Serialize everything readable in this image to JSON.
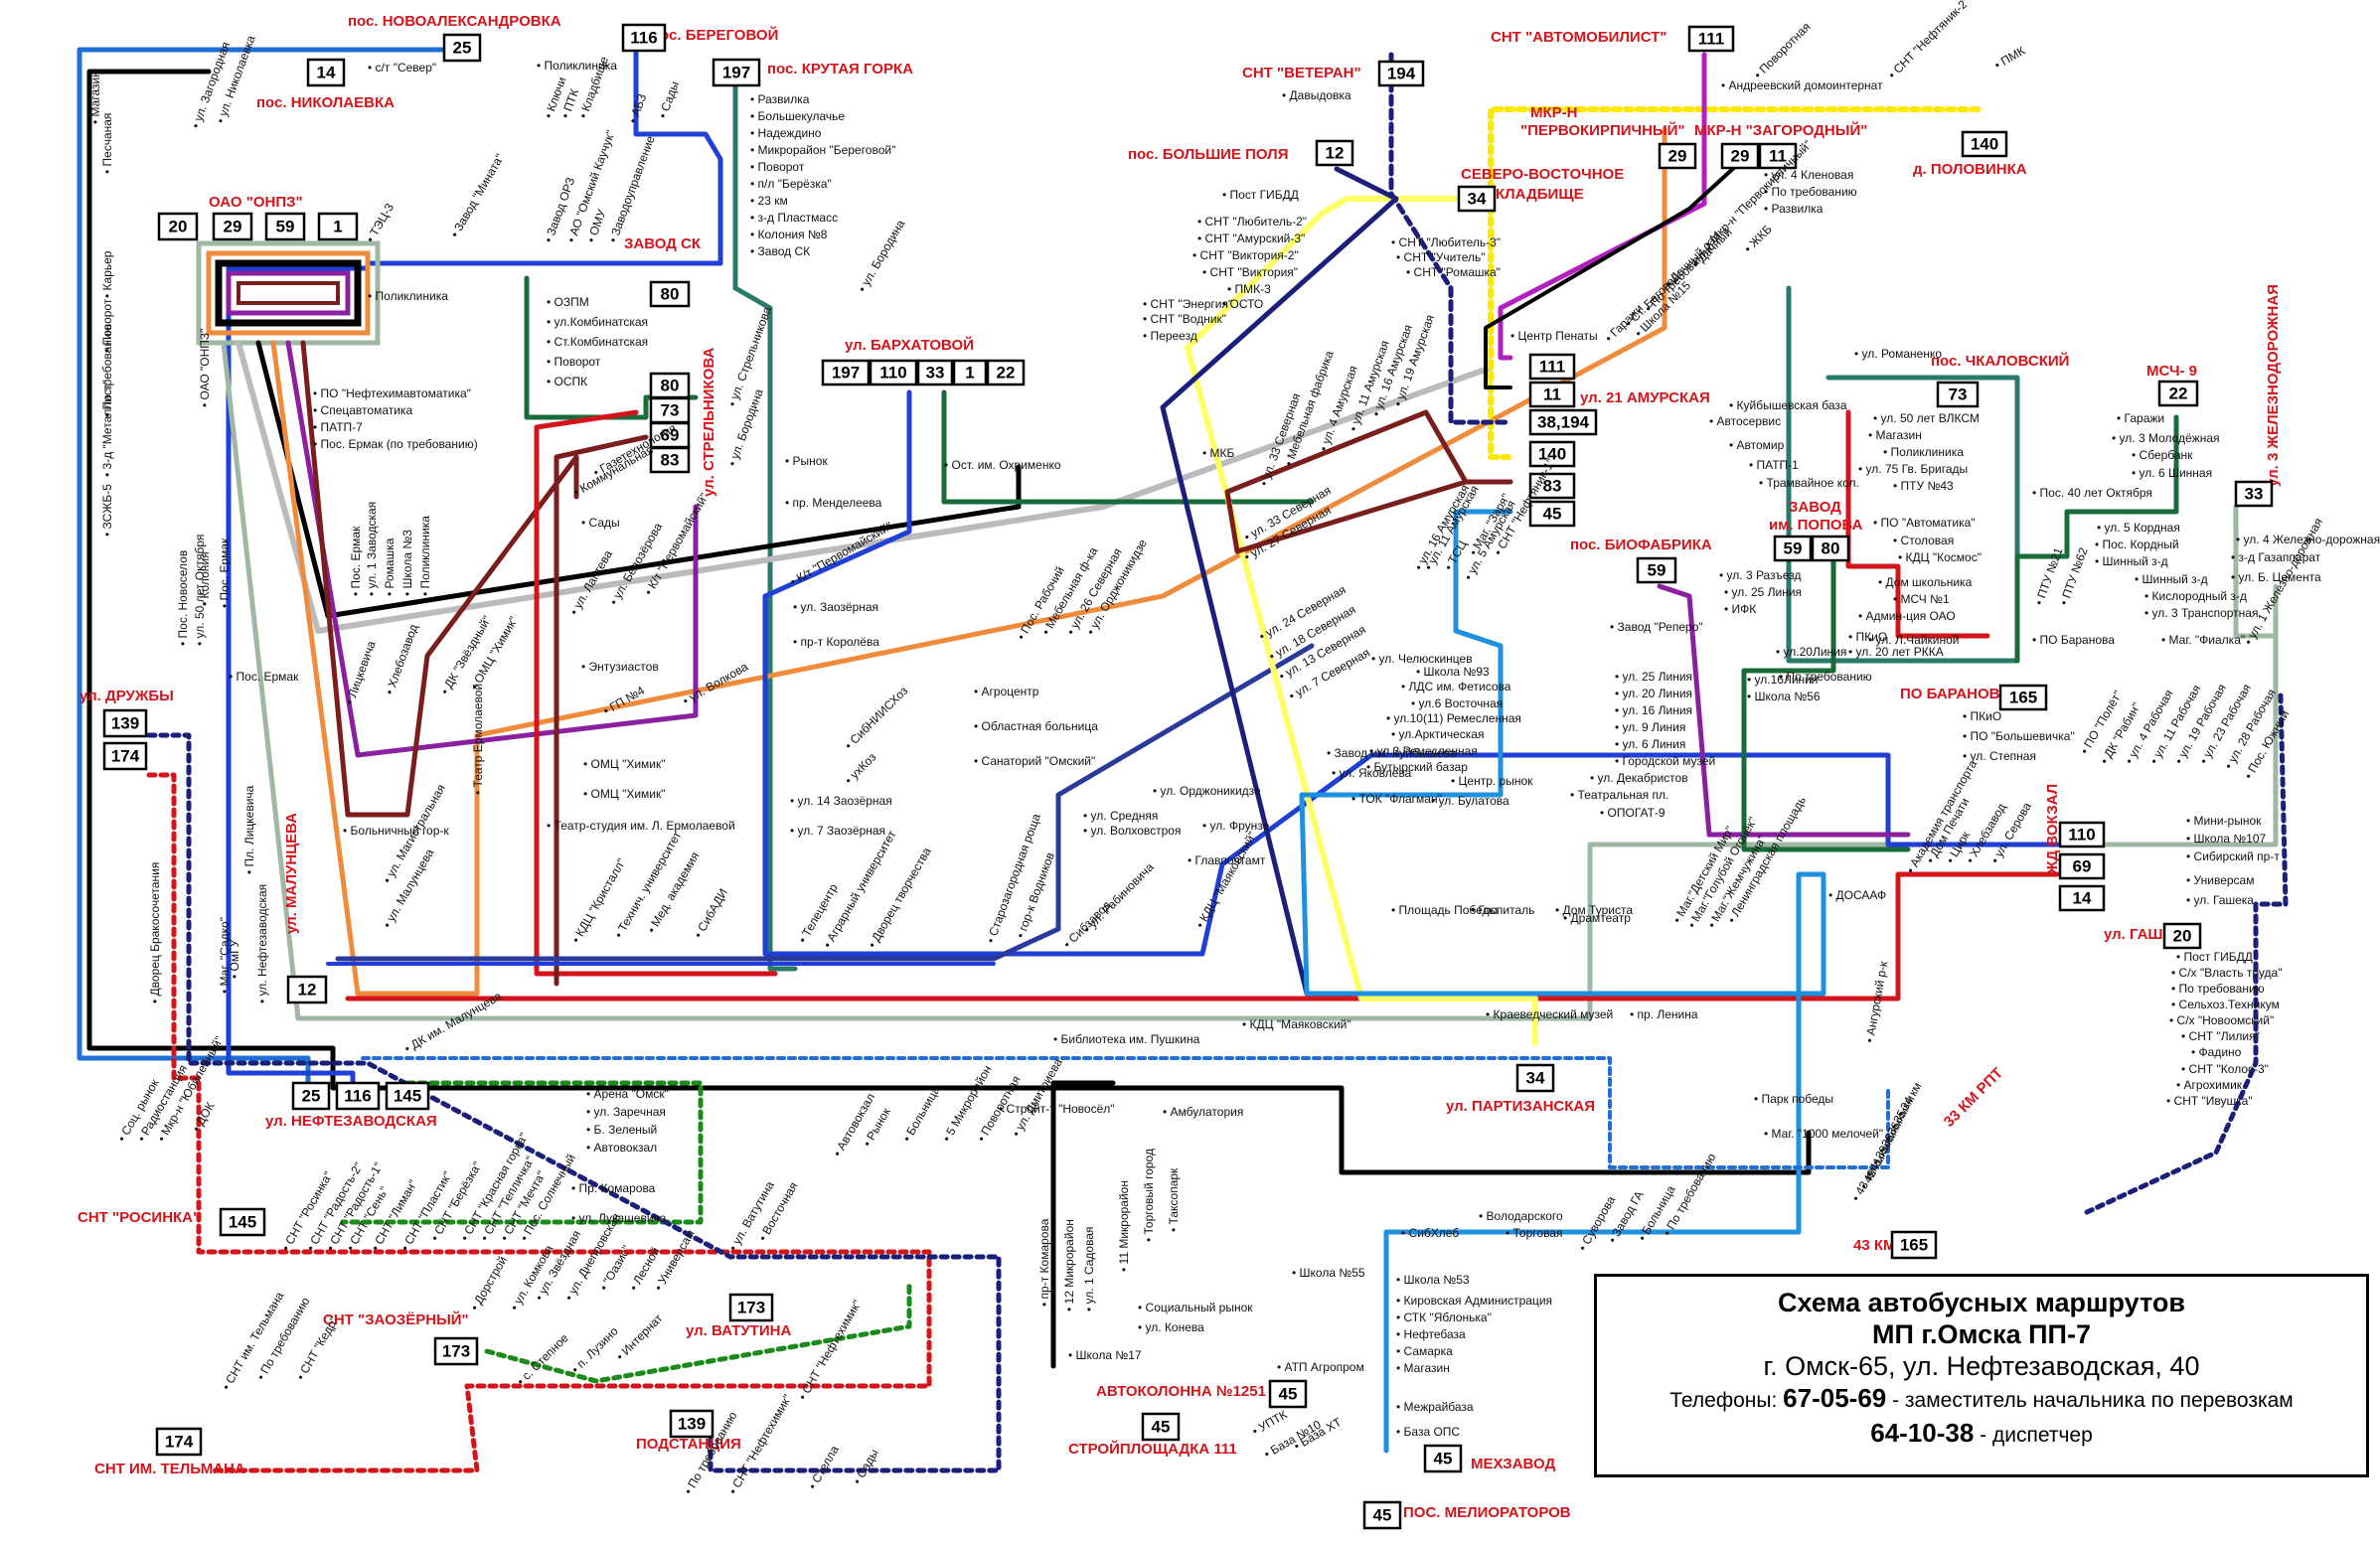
{
  "legend": {
    "title_line1": "Схема автобусных маршрутов",
    "title_line2": "МП г.Омска ПП-7",
    "address": "г. Омск-65, ул. Нефтезаводская, 40",
    "phone_label": "Телефоны:",
    "phone1": "67-05-69",
    "phone1_desc": " - заместитель начальника по перевозкам",
    "phone2": "64-10-38",
    "phone2_desc": " - диспетчер"
  },
  "colors": {
    "r1": "#000000",
    "r14": "#1a1a1a",
    "r12": "#1f3fd6",
    "r20": "#9eb8a4",
    "r22": "#1a6b3a",
    "r25": "#1f6fd6",
    "r29": "#ef8b3a",
    "r33": "#9eb8a4",
    "r34": "#ffff66",
    "r45": "#1f8fe0",
    "r59": "#8a1fa0",
    "r69": "#7a1d1d",
    "r73": "#d4141b",
    "r80": "#1a6b3a",
    "r83": "#7a1d1d",
    "r110": "#1f3fd6",
    "r111": "#b31fc0",
    "r116": "#1f3fd6",
    "r139": "#1f3fd6",
    "r140": "#ffe600",
    "r145": "#1a8a1a",
    "r165": "#1a1f7a",
    "r173": "#d4141b",
    "r174": "#d4141b",
    "r194": "#1a1f7a",
    "r197": "#2a7a6a"
  },
  "place_labels": [
    "пос. НОВОАЛЕКСАНДРОВКА",
    "пос. БЕРЕГОВОЙ",
    "пос. КРУТАЯ ГОРКА",
    "пос. НИКОЛАЕВКА",
    "ОАО \"ОНПЗ\"",
    "ЗАВОД СК",
    "ул. БАРХАТОВОЙ",
    "ул. СТРЕЛЬНИКОВА",
    "СНТ \"ВЕТЕРАН\"",
    "пос. БОЛЬШИЕ ПОЛЯ",
    "СЕВЕРО-ВОСТОЧНОЕ",
    "КЛАДБИЩЕ",
    "СНТ \"АВТОМОБИЛИСТ\"",
    "МКР-Н",
    "\"ПЕРВОКИРПИЧНЫЙ\"",
    "МКР-Н \"ЗАГОРОДНЫЙ\"",
    "д. ПОЛОВИНКА",
    "ул. 21 АМУРСКАЯ",
    "пос. ЧКАЛОВСКИЙ",
    "МСЧ- 9",
    "ул. 3 ЖЕЛЕЗНОДОРОЖНАЯ",
    "ЗАВОД",
    "им. ПОПОВА",
    "пос. БИОФАБРИКА",
    "ПО БАРАНОВА",
    "ЖД ВОКЗАЛ",
    "ул. ГАШЕКА",
    "33 КМ РПТ",
    "43 КМ РПТ",
    "ул. ДРУЖБЫ",
    "ул. МАЛУНЦЕВА",
    "ул. НЕФТЕЗАВОДСКАЯ",
    "СНТ \"РОСИНКА\"",
    "СНТ \"ЗАОЗЁРНЫЙ\"",
    "ул. ВАТУТИНА",
    "СНТ ИМ. ТЕЛЬМАНА",
    "ПОДСТАНЦИЯ",
    "ул. ПАРТИЗАНСКАЯ",
    "АВТОКОЛОННА №1251",
    "СТРОЙПЛОЩАДКА 111",
    "МЕХЗАВОД",
    "ПОС. МЕЛИОРАТОРОВ"
  ],
  "route_boxes": [
    "25",
    "116",
    "197",
    "14",
    "20",
    "29",
    "59",
    "1",
    "80",
    "80",
    "73",
    "69",
    "83",
    "197",
    "110",
    "33",
    "1",
    "22",
    "194",
    "12",
    "34",
    "111",
    "29",
    "29",
    "11",
    "140",
    "111",
    "11",
    "38,194",
    "140",
    "83",
    "45",
    "73",
    "22",
    "33",
    "59",
    "59",
    "80",
    "165",
    "110",
    "69",
    "14",
    "20",
    "139",
    "174",
    "12",
    "25",
    "116",
    "145",
    "145",
    "173",
    "173",
    "174",
    "139",
    "34",
    "165",
    "45",
    "45",
    "45",
    "45"
  ],
  "stops": [
    "Магазин",
    "Песчаная",
    "Карьер",
    "Поворот",
    "По требованию",
    "3-д \"Металлист\"",
    "ЗСЖБ-5",
    "ул. Загородная",
    "ул. Николаевка",
    "с/т \"Север\"",
    "Поликлиника",
    "Ключи",
    "ПТК",
    "Кладбище",
    "АБЗ",
    "Сады",
    "Развилка",
    "Большекулачье",
    "Надеждино",
    "Микрорайон \"Береговой\"",
    "Поворот",
    "п/л \"Берёзка\"",
    "23 км",
    "з-д Пластмасс",
    "Колония №8",
    "Завод СК",
    "ТЭЦ-3",
    "Завод \"Мината\"",
    "Завод ОРЗ",
    "АО \"Омский Каучук\"",
    "ОМУ",
    "Заводоуправление",
    "Поликлиника",
    "ПО \"Нефтехимавтоматика\"",
    "Спецавтоматика",
    "ПАТП-7",
    "Пос. Ермак (по требованию)",
    "ОЗПМ",
    "ул.Комбинатская",
    "Ст.Комбинатская",
    "Поворот",
    "ОСПК",
    "ул. Бородина",
    "ул. Стрельникова",
    "ул. Бородина",
    "Рынок",
    "пр. Менделеева",
    "Ост. им. Охрименко",
    "Газетехнология",
    "Коммунальная",
    "Сады",
    "Пос. Ермак",
    "ул. 1 Заводская",
    "Ромашка",
    "Школа №3",
    "Поликлиника",
    "ул. Лаптева",
    "ул. Белозёрова",
    "К/т \"Первомайский\"",
    "Энтузиастов",
    "К/т \"Первомайский\"",
    "ул. Заозёрная",
    "пр-т Королёва",
    "Лицкевича",
    "Хлебозавод",
    "ДК \"Звёздный\"",
    "ОМЦ \"Химик\"",
    "ГП №4",
    "ул. Волкова",
    "Театр Ермолаевой",
    "ОМЦ \"Химик\"",
    "ОМЦ \"Химик\"",
    "Агроцентр",
    "Областная больница",
    "Санаторий \"Омский\"",
    "Пос. Рабочий",
    "Мебельная ф-ка",
    "ул. 26 Северная",
    "ул. Орджоникидзе",
    "Театр-студия им. Л. Ермолаевой",
    "Больничный гор-к",
    "ул. Магистральная",
    "ул. Малунцева",
    "ул. 14 Заозёрная",
    "ул. 7 Заозёрная",
    "КДЦ \"Кристалл\"",
    "Технич. университет",
    "Мед. академия",
    "СибАДИ",
    "Телецентр",
    "Аграрный университет",
    "Дворец творчества",
    "Старозагородная роща",
    "гор-к Водников",
    "СибНИИСХоз",
    "ухКоз",
    "ул. Орджоникидзе",
    "ул. Средняя",
    "ул. Волховстроя",
    "ул. Фрунзе",
    "Главпочтамт",
    "Сибзавод",
    "ул. Рабиновича",
    "КДЦ \"Маяковский\"",
    "КДЦ \"Маяковский\"",
    "Библиотека им. Пушкина",
    "ДК им. Малунцева",
    "Пл. Лицкевича",
    "Дворец Бракосочетания",
    "Маг. \"Садко\"",
    "ОмГУ",
    "ул. Нефтезаводская",
    "Пос. Новоселов",
    "ул. 50 лет Октября",
    "Колония",
    "Пос. Ермак",
    "Пос. Ермак",
    "ОАО \"ОНПЗ\"",
    "Соц. рынок",
    "Радиостанция",
    "Мкр-н \"Юбилейный\"",
    "ДОК",
    "Арена \"Омск\"",
    "ул. Заречная",
    "Б. Зеленый",
    "Автовокзал",
    "Пр. Комарова",
    "ул. Лукашевича",
    "СНТ \"Росинка\"",
    "СНТ \"Радость-2\"",
    "СНТ \"Радость-1\"",
    "СНТ \"Сень\"",
    "СНТ \"Лиман\"",
    "СНТ \"Пластик\"",
    "СНТ \"Берёзка\"",
    "СНТ \"Красная горка\"",
    "СНТ \"Тепличка\"",
    "СНТ \"Мечта\"",
    "Пос. Солнечный",
    "Дорстрой",
    "ул. Комкова",
    "ул. Звёздная",
    "ул. Днепровская",
    "\"Оазис\"",
    "Лесной",
    "Универсам",
    "ул. Ватутина",
    "Восточная",
    "Автовокзал",
    "Рынок",
    "Больница",
    "5 Микрорайон",
    "Поворотная",
    "ул. Дмитриева",
    "СНТ им. Тельмана",
    "По требованию",
    "СНТ \"Кедр\"",
    "с. Степное",
    "п. Лузино",
    "Интернат",
    "СНТ \"Нефтехимик\"",
    "По требованию",
    "СНТ \"Нефтехимик\"",
    "Стелла",
    "Сады",
    "Стройт-т \"Новосёл\"",
    "Амбулатория",
    "пр-т Комарова",
    "12 Микрорайон",
    "ул. 1 Садовая",
    "11 Микрорайон",
    "Торговый город",
    "Таксопарк",
    "Социальный рынок",
    "ул. Конева",
    "Школа №17",
    "Давыдовка",
    "Пост ГИБДД",
    "СНТ \"Любитель-2\"",
    "СНТ \"Амурский-3\"",
    "СНТ \"Виктория-2\"",
    "СНТ \"Виктория\"",
    "ПМК-3",
    "ОСТО",
    "СНТ \"Энергия\"",
    "СНТ \"Водник\"",
    "Переезд",
    "МКБ",
    "ул. 33 Северная",
    "Мебельная фабрика",
    "ул. 4 Амурская",
    "ул. 11 Амурская",
    "ул. 16 Амурская",
    "ул. 19 Амурская",
    "СНТ \"Любитель-3\"",
    "СНТ \"Учитель\"",
    "СНТ \"Ромашка\"",
    "ул. 33 Северная",
    "ул. 27 Северная",
    "ул. 24 Северная",
    "ул. 18 Северная",
    "ул. 13 Северная",
    "ул. 7 Северная",
    "ул. 16 Амурская",
    "ул. 11 Амурская",
    "ТСЦ",
    "ул. 5 Амурская",
    "ул. Челюскинцев",
    "Школа №93",
    "ЛДС им. Фетисова",
    "ул.6 Восточная",
    "ул.10(11) Ремесленная",
    "ул.Арктическая",
    "ул.3 Ремесленная",
    "Бутырский базар",
    "Завод им. Куйбышева",
    "ул. Яковлева",
    "Центр. рынок",
    "ТОК \"Флагман\"",
    "ул. Булатова",
    "Площадь Победы",
    "Госпиталь",
    "Дом Туриста",
    "Драмтеатр",
    "Краеведческий музей",
    "пр. Ленина",
    "Маг.\"Детский Мир\"",
    "Маг.\"Голубой Огонёк\"",
    "Маг.\"Жемчужина\"",
    "Ленинградская площадь",
    "ДОСААФ",
    "Парк победы",
    "Маг. \"1000 мелочей\"",
    "Ангурский р-к",
    "Маг. \"Заря\"",
    "СНТ \"Нефтяник-1\"",
    "Андреевский домоинтернат",
    "Поворотная",
    "СНТ \"Нефтяник-2\"",
    "ПМК",
    "ул. 4 Кленовая",
    "По требованию",
    "Развилка",
    "Мкр-н \"Первокирпичный\"",
    "ЖКБ",
    "Дачный",
    "Дачный сад",
    "По требованию",
    "Ст. Беговая",
    "Гаражи",
    "Школа №15",
    "Центр Пенаты",
    "Завод \"Реперо\"",
    "ул. 25 Линия",
    "ул. 20 Линия",
    "ул. 16 Линия",
    "ул. 9 Линия",
    "ул. 6 Линия",
    "Городской музей",
    "ул. Декабристов",
    "Театральная пл.",
    "ОПОГАТ-9",
    "Куйбышевская база",
    "Автосервис",
    "Автомир",
    "ПАТП-1",
    "Трамвайное кол.",
    "ул. 3 Разъезд",
    "ул. 25 Линия",
    "ИФК",
    "ул.20Линия",
    "ул.16Линия",
    "Школа №56",
    "ПКиО",
    "ул. 20 лет РККА",
    "По требованию",
    "ул. Романенко",
    "ул. 50 лет ВЛКСМ",
    "Магазин",
    "Поликлиника",
    "ул. 75 Гв. Бригады",
    "ПТУ №43",
    "ПО \"Автоматика\"",
    "Столовая",
    "КДЦ \"Космос\"",
    "Дом школьника",
    "МСЧ №1",
    "Админ-ция ОАО",
    "ул. Л.Чайкиной",
    "ПО Баранова",
    "ПТУ №21",
    "ПТУ №62",
    "Гаражи",
    "ул. 3 Молодёжная",
    "Сбербанк",
    "ул. 6 Шинная",
    "Пос. 40 лет Октября",
    "ул. 5 Кордная",
    "Пос. Кордный",
    "Шинный з-д",
    "Шинный з-д",
    "Кислородный з-д",
    "ул. 3 Транспортная",
    "Маг. \"Фиалка\"",
    "ул. 4 Железно-дорожная",
    "з-д Газаппарат",
    "ул. Б. Цемента",
    "ул. 1 Железно-дорожная",
    "ПКиО",
    "ПО \"Большевичка\"",
    "ул. Степная",
    "ПО \"Полёт\"",
    "ДК \"Рабин\"",
    "ул. 4 Рабочая",
    "ул. 11 Рабочая",
    "ул. 19 Рабочая",
    "ул. 23 Рабочая",
    "ул. 28 Рабочая",
    "Пос. Южный",
    "Мини-рынок",
    "Школа №107",
    "Сибирский пр-т",
    "Универсам",
    "ул. Гашека",
    "Академия транспорта",
    "Дом Печати",
    "Цирк",
    "Хлебзавод",
    "ул. Серова",
    "Пост ГИБДД",
    "С/х \"Власть труда\"",
    "По требованию",
    "Сельхоз.Техникум",
    "С/х \"Новоомский\"",
    "СНТ \"Лилия\"",
    "Фадино",
    "СНТ \"Колос-3\"",
    "Агрохимик",
    "СНТ \"Ивушка\"",
    "34 км",
    "35 км",
    "36 км",
    "38 км",
    "39 км",
    "41 км",
    "42 км",
    "43 км",
    "Володарского",
    "Торговая",
    "Суворова",
    "Завод ГА",
    "Больница",
    "По требованию",
    "СибХлеб",
    "Школа №55",
    "Школа №53",
    "Кировская Администрация",
    "СТК \"Яблонька\"",
    "Нефтебаза",
    "Самарка",
    "Магазин",
    "Межрайбаза",
    "База ОПС",
    "АТП Агропром",
    "УПТК",
    "База №10",
    "База ХТ"
  ]
}
